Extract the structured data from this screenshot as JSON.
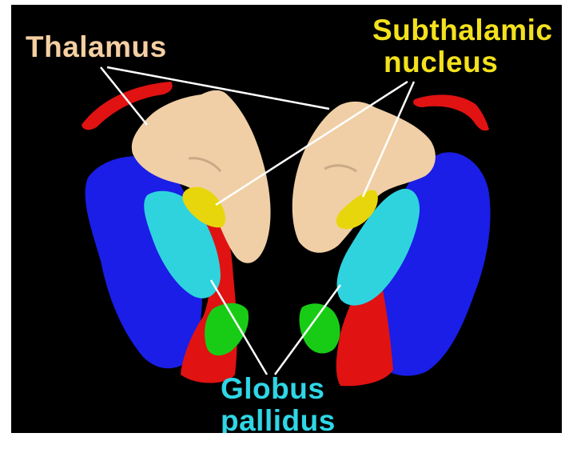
{
  "labels": {
    "thalamus": "Thalamus",
    "subthalamic_line1": "Subthalamic",
    "subthalamic_line2": "nucleus",
    "globus_line1": "Globus",
    "globus_line2": "pallidus"
  },
  "colors": {
    "background": "#000000",
    "thalamus_label": "#f5cfa2",
    "subthalamic_label": "#f3e11d",
    "globus_label": "#2fd6e6",
    "thalamus_fill": "#f0cfa6",
    "subthalamic_fill": "#e8d60c",
    "globus_fill": "#2fd3de",
    "putamen_fill": "#1a1ee6",
    "red_structure": "#e01212",
    "green_structure": "#18cc16",
    "pointer_line": "#ffffff"
  }
}
